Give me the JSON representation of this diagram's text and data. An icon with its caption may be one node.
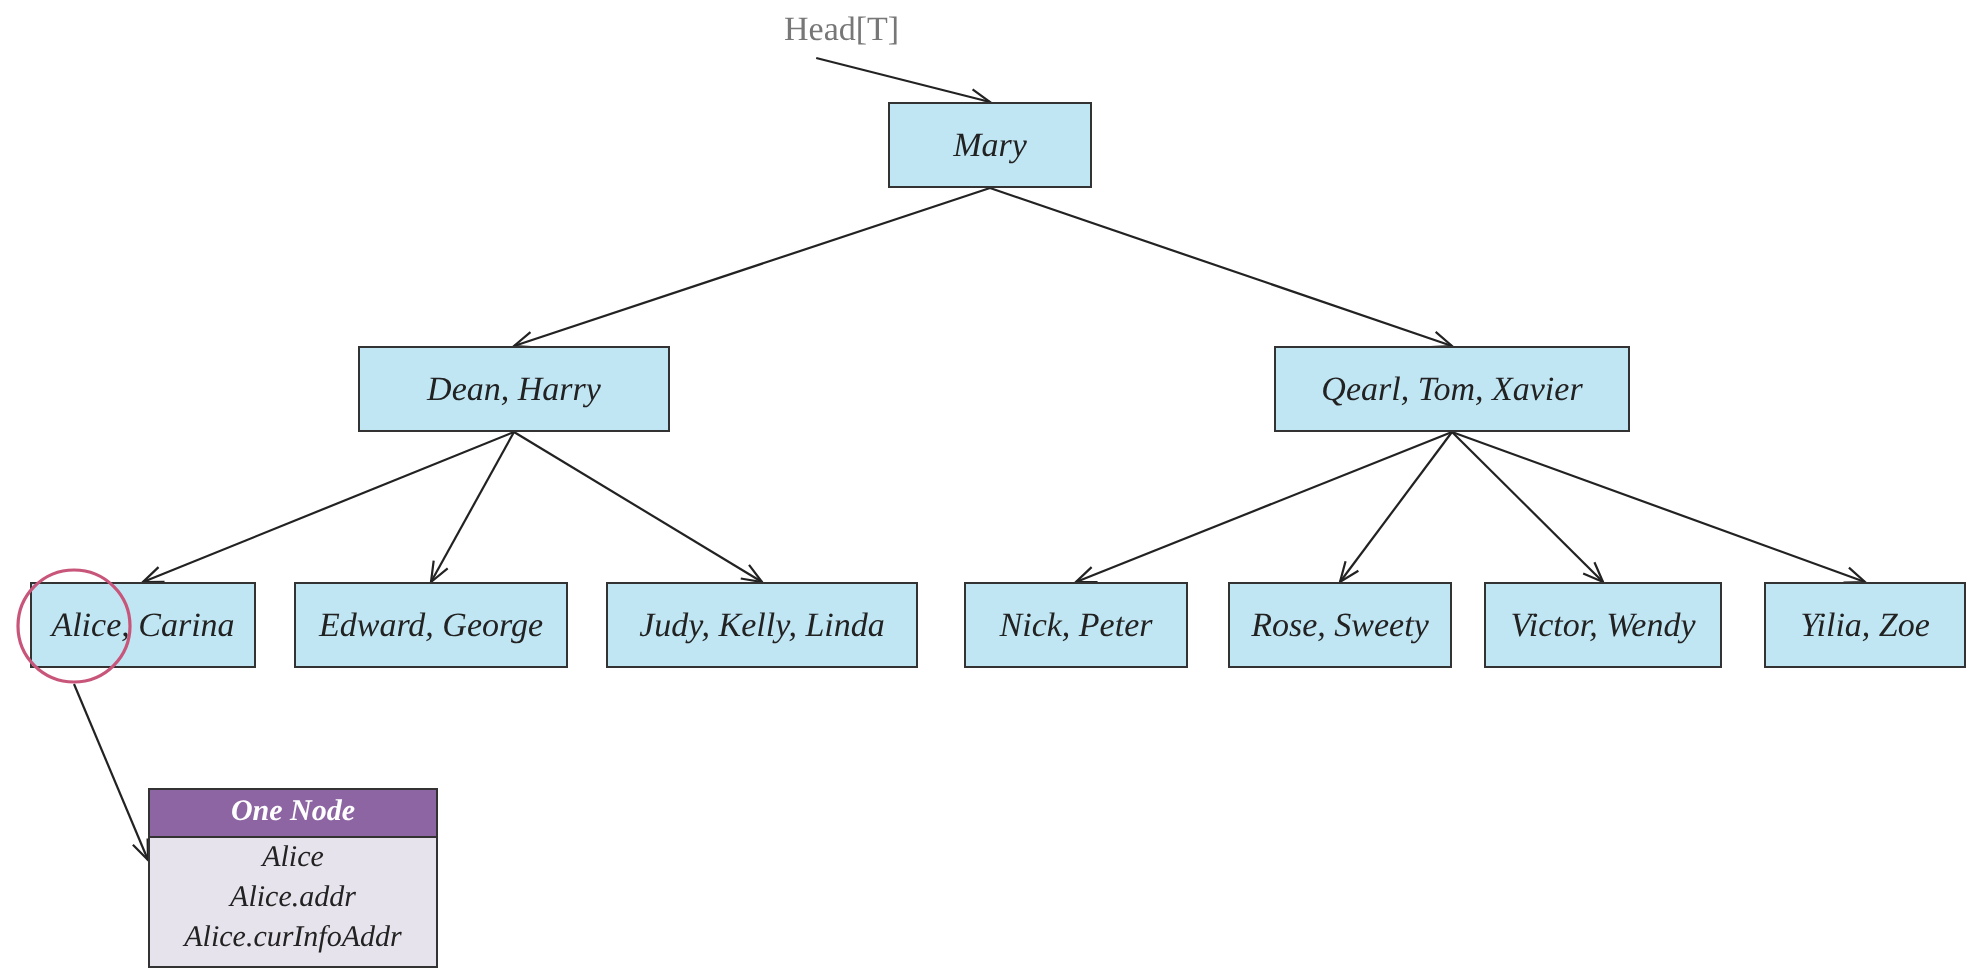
{
  "diagram": {
    "nodes": [
      {
        "text": [
          "Head[T]"
        ]
      },
      {
        "text": [
          "Mary"
        ]
      },
      {
        "text": [
          "Dean, Harry"
        ]
      },
      {
        "text": [
          "Qearl, Tom, Xavier"
        ]
      },
      {
        "text": [
          "Alice, Carina"
        ]
      },
      {
        "text": [
          "Edward, George"
        ]
      },
      {
        "text": [
          "Judy, Kelly, Linda"
        ]
      },
      {
        "text": [
          "Nick, Peter"
        ]
      },
      {
        "text": [
          "Rose, Sweety"
        ]
      },
      {
        "text": [
          "Victor, Wendy"
        ]
      },
      {
        "text": [
          "Yilia, Zoe"
        ]
      },
      {
        "text": [],
        "shape": "circle"
      },
      {
        "text": [
          "One Node",
          "Alice",
          "Alice.addr",
          "Alice.curInfoAddr"
        ]
      }
    ],
    "edges": [
      {
        "from": 0,
        "to": 1,
        "arrow": "to"
      },
      {
        "from": 1,
        "to": 2,
        "arrow": "to"
      },
      {
        "from": 1,
        "to": 3,
        "arrow": "to"
      },
      {
        "from": 2,
        "to": 4,
        "arrow": "to"
      },
      {
        "from": 2,
        "to": 5,
        "arrow": "to"
      },
      {
        "from": 2,
        "to": 6,
        "arrow": "to"
      },
      {
        "from": 3,
        "to": 7,
        "arrow": "to"
      },
      {
        "from": 3,
        "to": 8,
        "arrow": "to"
      },
      {
        "from": 3,
        "to": 9,
        "arrow": "to"
      },
      {
        "from": 3,
        "to": 10,
        "arrow": "to"
      },
      {
        "from": 11,
        "to": 12,
        "arrow": "to"
      }
    ]
  }
}
